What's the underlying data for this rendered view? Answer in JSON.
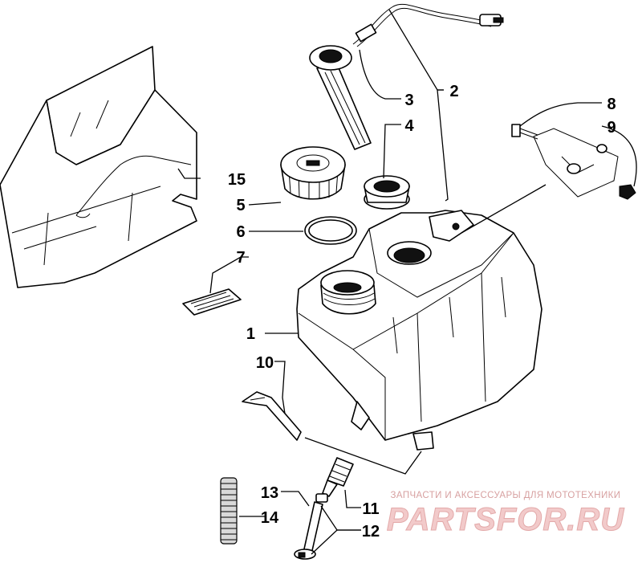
{
  "callouts": [
    {
      "id": "1",
      "label": "1"
    },
    {
      "id": "2",
      "label": "2"
    },
    {
      "id": "3",
      "label": "3"
    },
    {
      "id": "4",
      "label": "4"
    },
    {
      "id": "5",
      "label": "5"
    },
    {
      "id": "6",
      "label": "6"
    },
    {
      "id": "7",
      "label": "7"
    },
    {
      "id": "8",
      "label": "8"
    },
    {
      "id": "9",
      "label": "9"
    },
    {
      "id": "10",
      "label": "10"
    },
    {
      "id": "11",
      "label": "11"
    },
    {
      "id": "12",
      "label": "12"
    },
    {
      "id": "13",
      "label": "13"
    },
    {
      "id": "14",
      "label": "14"
    },
    {
      "id": "15",
      "label": "15"
    }
  ],
  "watermark": {
    "caption": "ЗАПЧАСТИ И АКСЕССУАРЫ ДЛЯ МОТОТЕХНИКИ",
    "brand": "PARTSFOR.RU"
  }
}
